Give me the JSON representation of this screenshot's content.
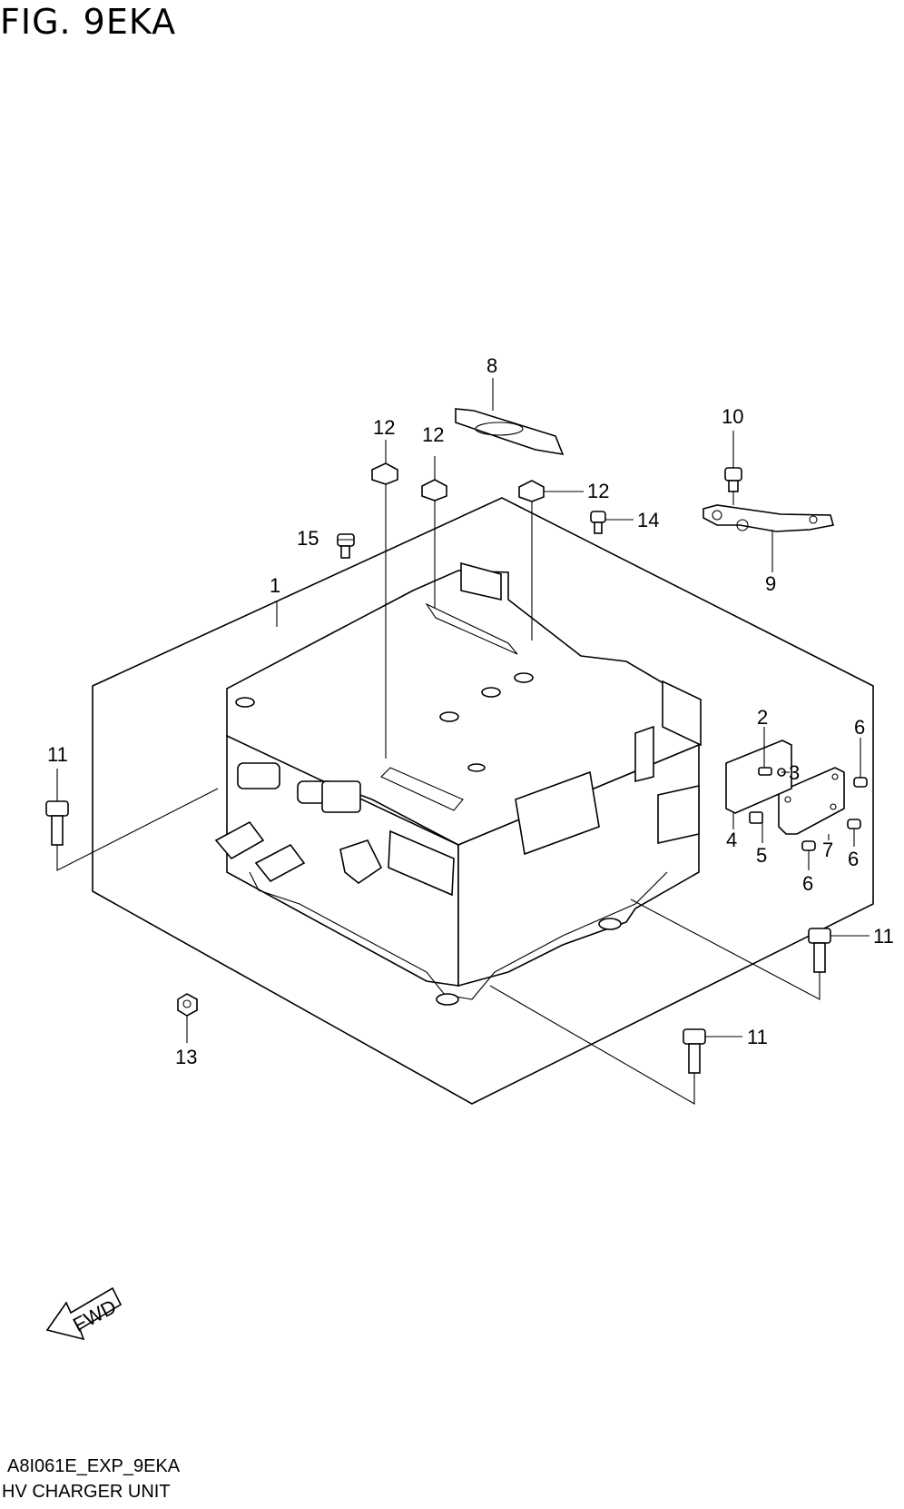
{
  "figure": {
    "title": "FIG. 9EKA",
    "drawing_code": "A8I061E_EXP_9EKA",
    "part_name": "HV CHARGER UNIT"
  },
  "fwd_arrow_label": "FWD",
  "callouts": [
    {
      "id": "c1",
      "label": "1"
    },
    {
      "id": "c2",
      "label": "2"
    },
    {
      "id": "c3",
      "label": "3"
    },
    {
      "id": "c4",
      "label": "4"
    },
    {
      "id": "c5",
      "label": "5"
    },
    {
      "id": "c6a",
      "label": "6"
    },
    {
      "id": "c6b",
      "label": "6"
    },
    {
      "id": "c6c",
      "label": "6"
    },
    {
      "id": "c7",
      "label": "7"
    },
    {
      "id": "c8",
      "label": "8"
    },
    {
      "id": "c9",
      "label": "9"
    },
    {
      "id": "c10",
      "label": "10"
    },
    {
      "id": "c11a",
      "label": "11"
    },
    {
      "id": "c11b",
      "label": "11"
    },
    {
      "id": "c11c",
      "label": "11"
    },
    {
      "id": "c12a",
      "label": "12"
    },
    {
      "id": "c12b",
      "label": "12"
    },
    {
      "id": "c12c",
      "label": "12"
    },
    {
      "id": "c13",
      "label": "13"
    },
    {
      "id": "c14",
      "label": "14"
    },
    {
      "id": "c15",
      "label": "15"
    }
  ]
}
